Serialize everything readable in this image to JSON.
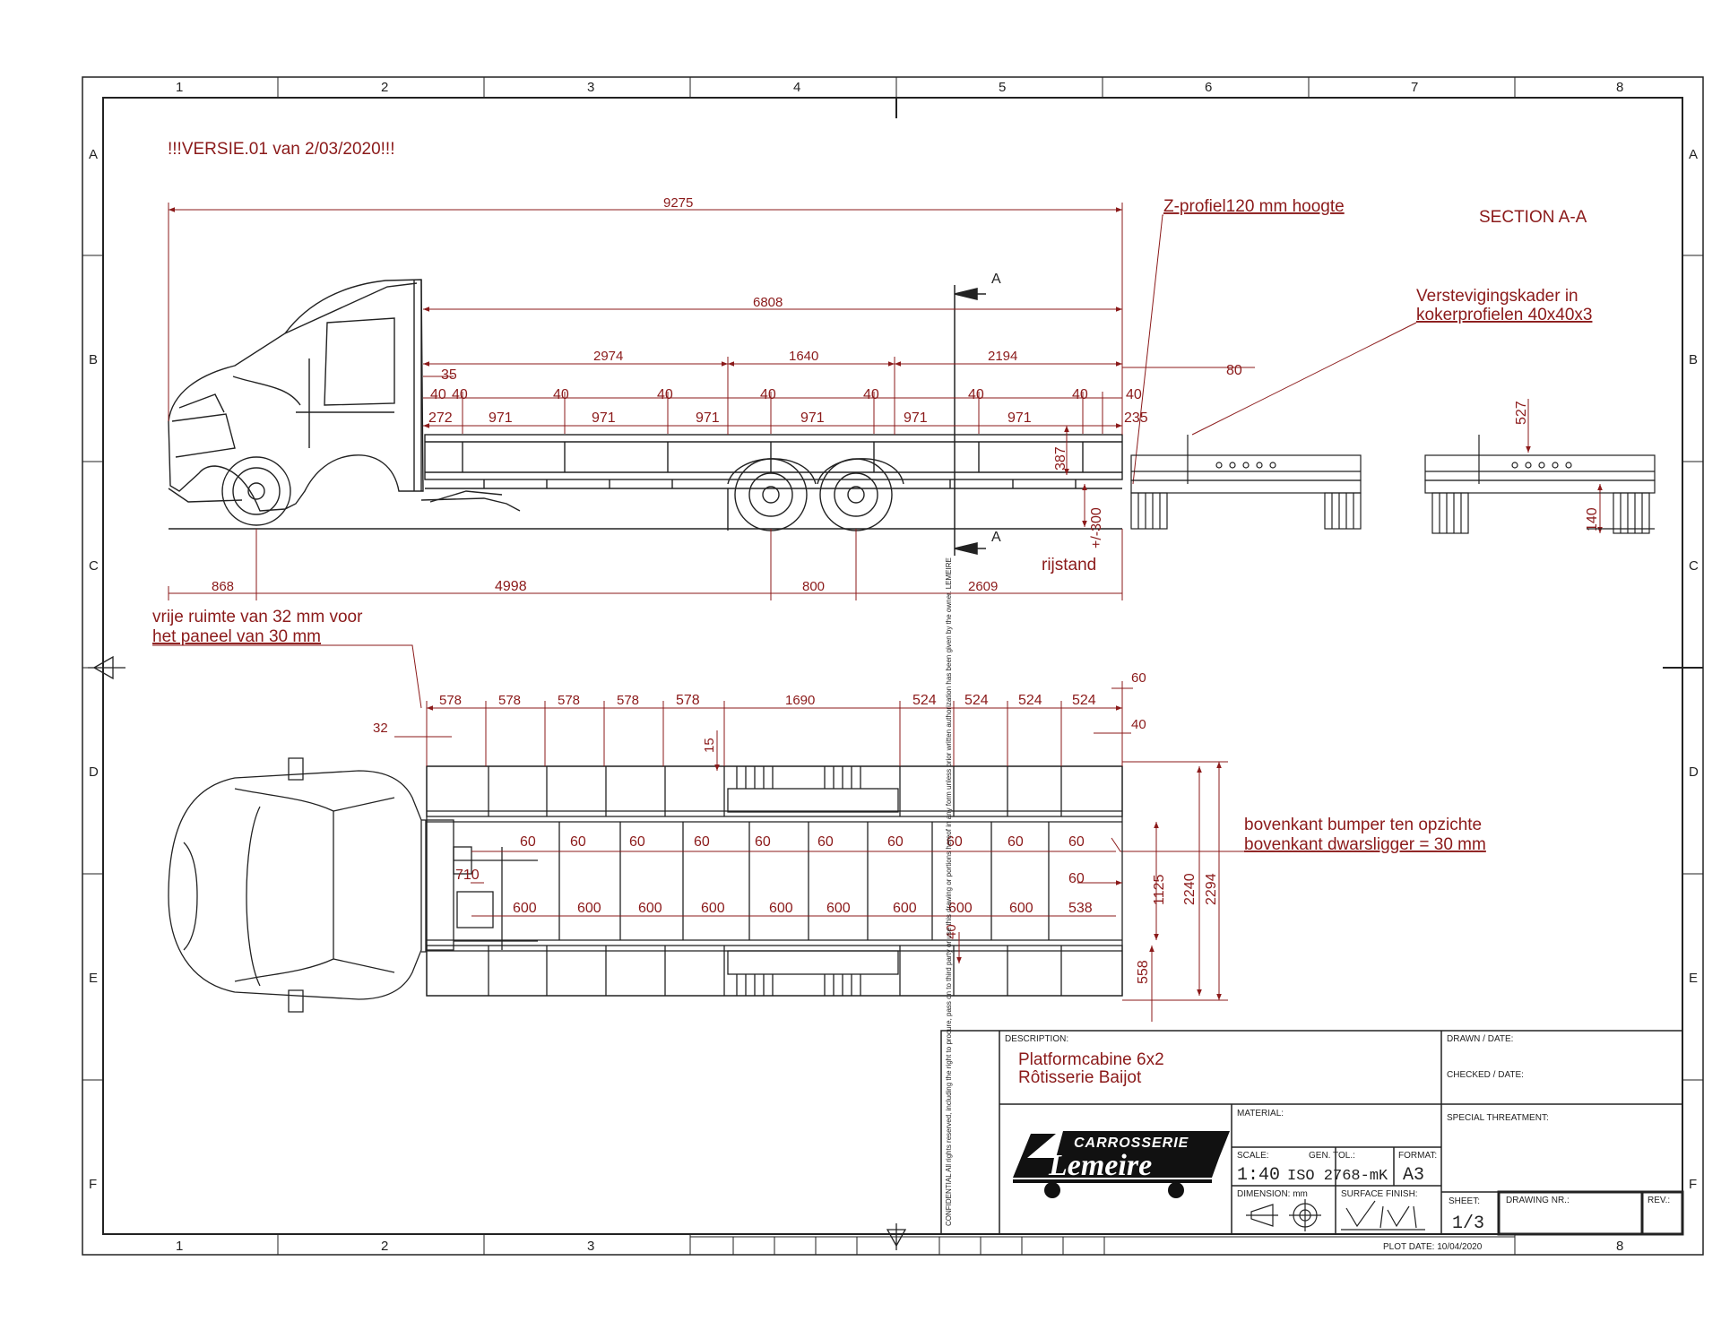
{
  "grid": {
    "columns": [
      "1",
      "2",
      "3",
      "4",
      "5",
      "6",
      "7",
      "8"
    ],
    "rows": [
      "A",
      "B",
      "C",
      "D",
      "E",
      "F"
    ]
  },
  "notes": {
    "version": "!!!VERSIE.01 van  2/03/2020!!!",
    "zprofiel": "Z-profiel120 mm hoogte",
    "section": "SECTION A-A",
    "verstevig_1": "Verstevigingskader in",
    "verstevig_2": "kokerprofielen 40x40x3",
    "rijstand": "rijstand",
    "vrije_1": "vrije ruimte van 32 mm voor",
    "vrije_2": "het paneel van 30 mm",
    "bumper_1": "bovenkant bumper ten opzichte",
    "bumper_2": "bovenkant dwarsligger = 30 mm",
    "section_mark": "A"
  },
  "side_dims": {
    "total": "9275",
    "body": "6808",
    "seg1": "2974",
    "seg2": "1640",
    "seg3": "2194",
    "d35": "35",
    "d40": "40",
    "d971": "971",
    "d272": "272",
    "d235": "235",
    "d80": "80",
    "d387": "387",
    "d300": "+/-300",
    "d527": "527",
    "d140": "140",
    "b868": "868",
    "b4998": "4998",
    "b800": "800",
    "b2609": "2609"
  },
  "top_dims": {
    "d578": "578",
    "d1690": "1690",
    "d524": "524",
    "d32": "32",
    "d15": "15",
    "d60": "60",
    "d40": "40",
    "d600": "600",
    "d538": "538",
    "d710": "710",
    "d1125": "1125",
    "d2240": "2240",
    "d2294": "2294",
    "d558": "558"
  },
  "title_block": {
    "description_label": "DESCRIPTION:",
    "description_1": "Platformcabine 6x2",
    "description_2": "Rôtisserie Baijot",
    "drawn_label": "DRAWN / DATE:",
    "checked_label": "CHECKED / DATE:",
    "special_label": "SPECIAL THREATMENT:",
    "material_label": "MATERIAL:",
    "scale_label": "SCALE:",
    "scale_value": "1:40",
    "gen_tol_label": "GEN. TOL.:",
    "gen_tol_value": "ISO 2768-mK",
    "format_label": "FORMAT:",
    "format_value": "A3",
    "dimension_label": "DIMENSION: mm",
    "surface_label": "SURFACE FINISH:",
    "sheet_label": "SHEET:",
    "sheet_value": "1/3",
    "drawing_nr_label": "DRAWING NR.:",
    "rev_label": "REV.:",
    "plot_date": "PLOT DATE: 10/04/2020",
    "logo_top": "CARROSSERIE",
    "logo_main": "Lemeire",
    "confidential": "CONFIDENTIAL All rights reserved, including the right to procure, pass on to third party or use this drawing or portions hereof in any form unless prior written authorization has been given by the owner. LEMEIRE"
  },
  "colors": {
    "dim": "#8b1a1a",
    "line": "#222222"
  }
}
